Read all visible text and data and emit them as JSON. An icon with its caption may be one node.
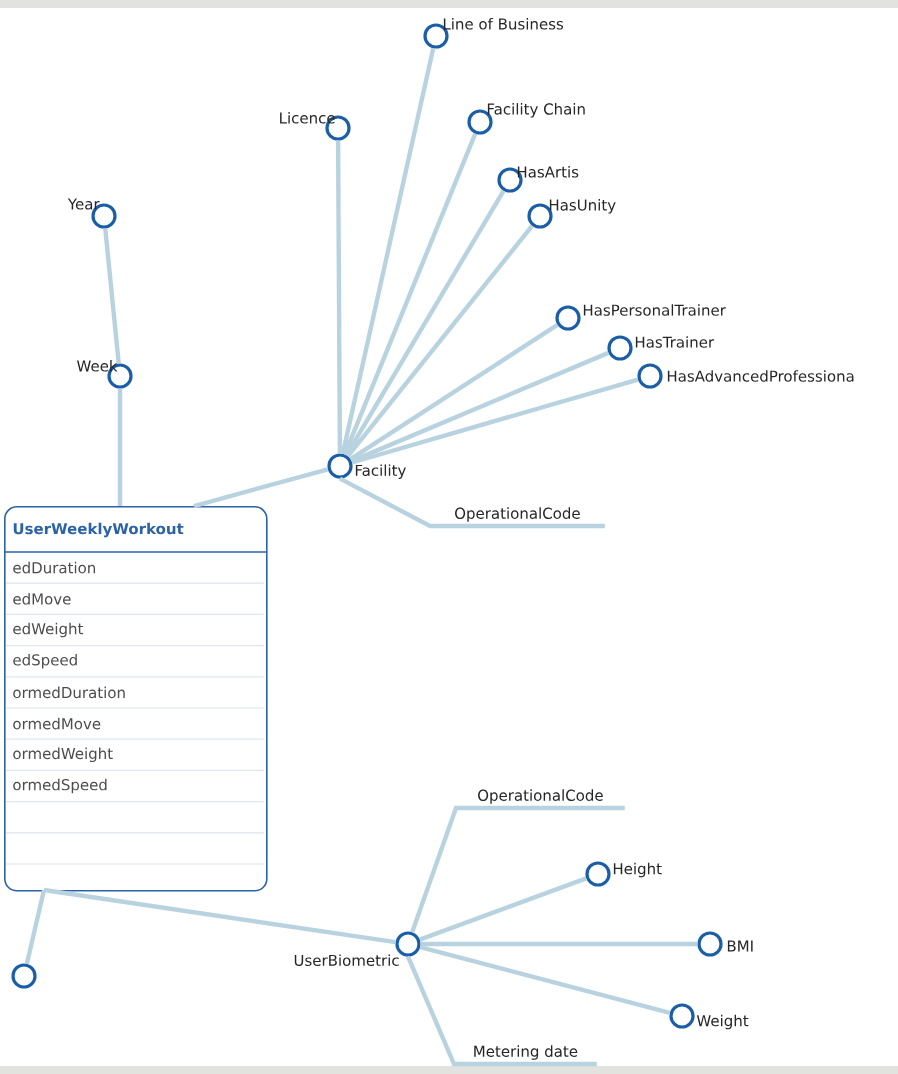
{
  "diagram": {
    "nodes": [
      {
        "text": [
          "Line of Business"
        ]
      },
      {
        "text": [
          "Licence"
        ]
      },
      {
        "text": [
          "Facility Chain"
        ]
      },
      {
        "text": [
          "HasArtis"
        ]
      },
      {
        "text": [
          "HasUnity"
        ]
      },
      {
        "text": [
          "Year"
        ]
      },
      {
        "text": [
          "HasPersonalTrainer"
        ]
      },
      {
        "text": [
          "HasTrainer"
        ]
      },
      {
        "text": [
          "HasAdvancedProfessiona"
        ]
      },
      {
        "text": [
          "Week"
        ]
      },
      {
        "text": [
          "Facility"
        ]
      },
      {
        "text": [
          "OperationalCode"
        ]
      },
      {
        "text": [
          "UserWeeklyWorkout",
          "edDuration",
          "edMove",
          "edWeight",
          "edSpeed",
          "ormedDuration",
          "ormedMove",
          "ormedWeight",
          "ormedSpeed"
        ]
      },
      {
        "text": [
          "OperationalCode"
        ]
      },
      {
        "text": [
          "Height"
        ]
      },
      {
        "text": [
          "BMI"
        ]
      },
      {
        "text": [
          "UserBiometric"
        ]
      },
      {
        "text": [],
        "shape": "circle"
      },
      {
        "text": [
          "Weight"
        ]
      },
      {
        "text": [
          "Metering date"
        ]
      }
    ],
    "edges": [
      {
        "from": 5,
        "to": 9,
        "arrow": "none"
      },
      {
        "from": 9,
        "to": 12,
        "arrow": "none"
      },
      {
        "from": 12,
        "to": 10,
        "arrow": "none"
      },
      {
        "from": 10,
        "to": 0,
        "arrow": "none"
      },
      {
        "from": 10,
        "to": 1,
        "arrow": "none"
      },
      {
        "from": 10,
        "to": 2,
        "arrow": "none"
      },
      {
        "from": 10,
        "to": 3,
        "arrow": "none"
      },
      {
        "from": 10,
        "to": 4,
        "arrow": "none"
      },
      {
        "from": 10,
        "to": 6,
        "arrow": "none"
      },
      {
        "from": 10,
        "to": 7,
        "arrow": "none"
      },
      {
        "from": 10,
        "to": 8,
        "arrow": "none"
      },
      {
        "from": 10,
        "to": 11,
        "arrow": "none"
      },
      {
        "from": 12,
        "to": 17,
        "arrow": "none"
      },
      {
        "from": 12,
        "to": 16,
        "arrow": "none"
      },
      {
        "from": 16,
        "to": 13,
        "arrow": "none"
      },
      {
        "from": 16,
        "to": 14,
        "arrow": "none"
      },
      {
        "from": 16,
        "to": 15,
        "arrow": "none"
      },
      {
        "from": 16,
        "to": 18,
        "arrow": "none"
      },
      {
        "from": 16,
        "to": 19,
        "arrow": "none"
      }
    ]
  }
}
